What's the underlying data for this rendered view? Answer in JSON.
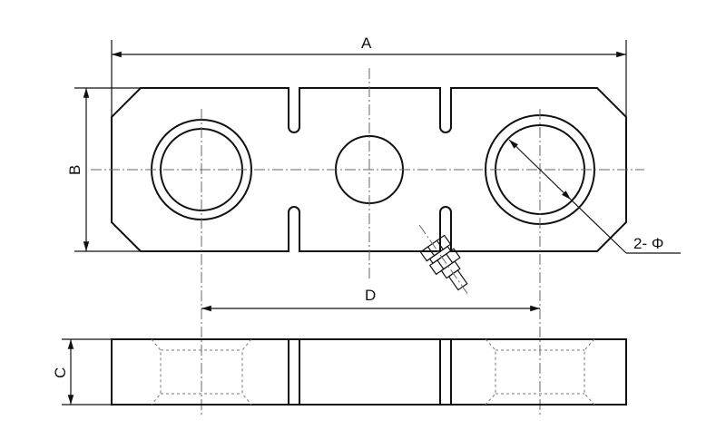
{
  "dimensions": {
    "overall_length": "A",
    "width": "B",
    "thickness": "C",
    "hole_spacing": "D",
    "holes": "2- Φ"
  }
}
